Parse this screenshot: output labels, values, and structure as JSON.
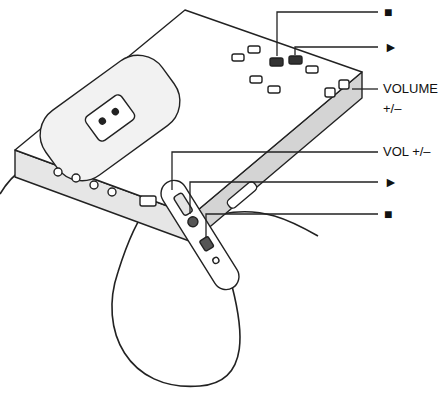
{
  "diagram": {
    "labels": [
      "■",
      "►",
      "VOLUME +/–",
      "VOL +/–",
      "►",
      "■"
    ]
  }
}
